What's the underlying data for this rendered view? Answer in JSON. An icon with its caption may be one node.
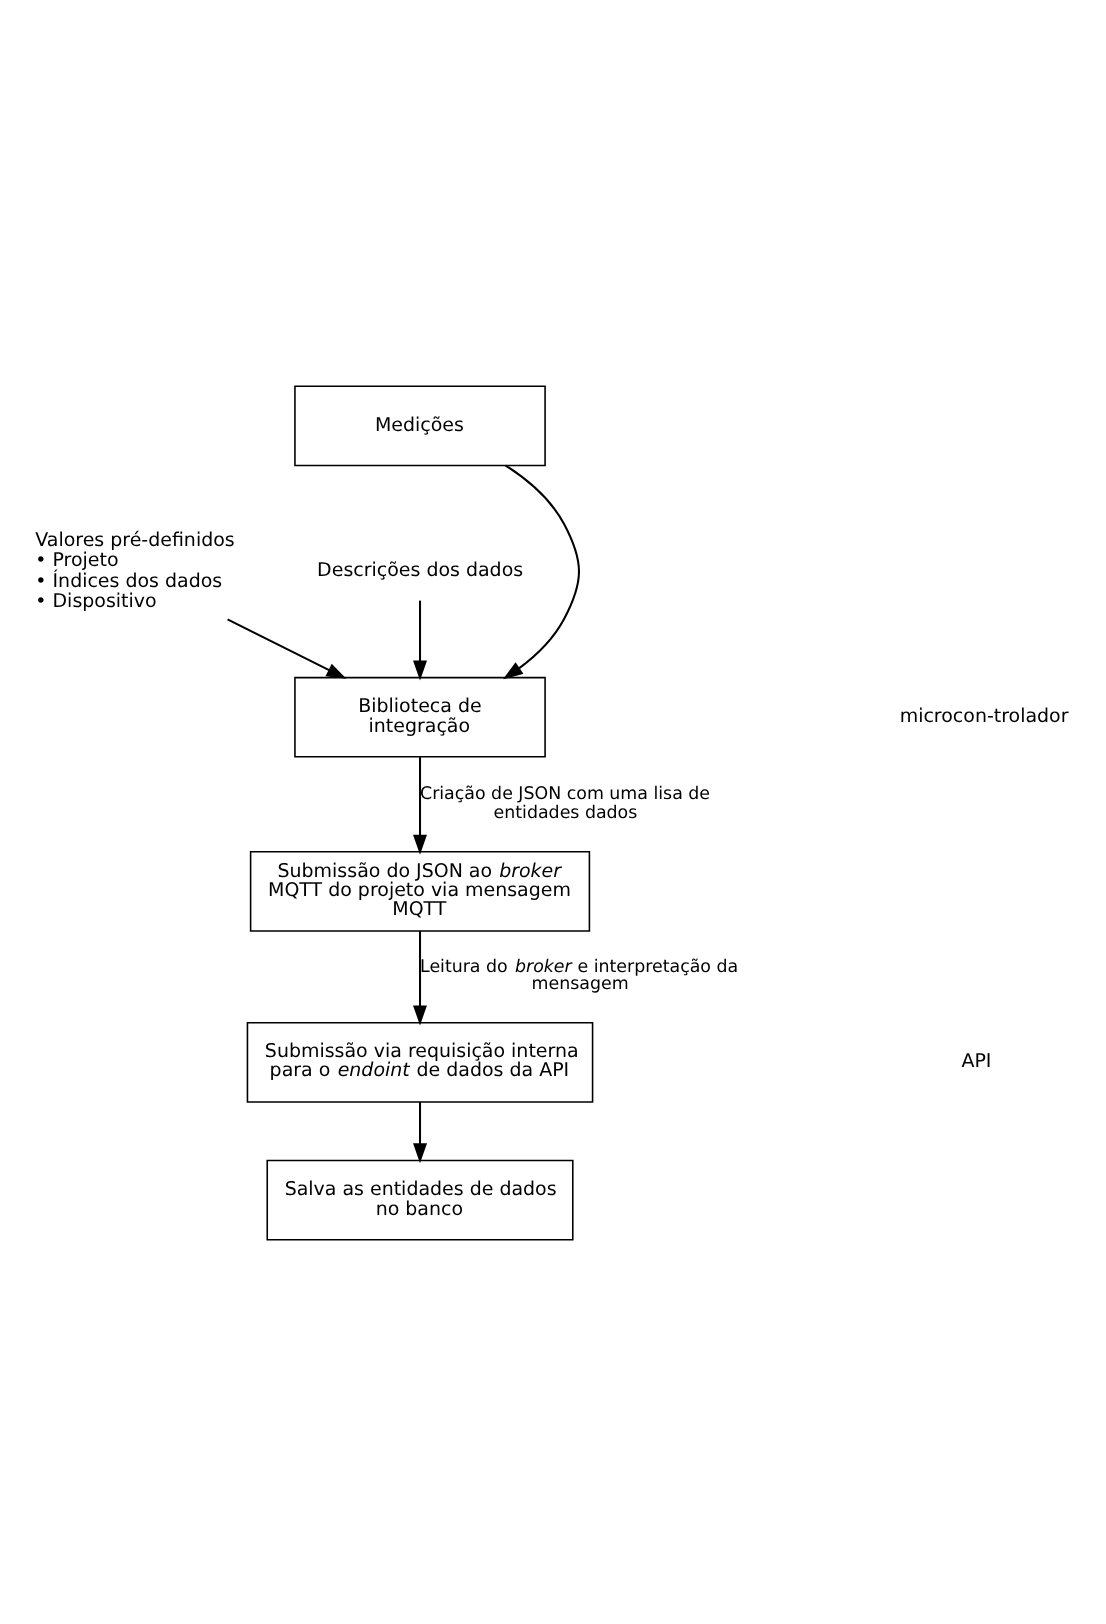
{
  "diagram": {
    "nodes": [
      {
        "text": [
          "Medições"
        ]
      },
      {
        "text": [
          "Valores pré-definidos",
          "• Projeto",
          "• Índices dos dados",
          "• Dispositivo"
        ]
      },
      {
        "text": [
          "Descrições dos dados"
        ]
      },
      {
        "text": [
          "Biblioteca de integração"
        ]
      },
      {
        "text": [
          "Submissão do JSON ao *broker* MQTT do projeto via mensagem MQTT"
        ]
      },
      {
        "text": [
          "Submissão via requisição interna para o *endoint* de dados da API"
        ]
      },
      {
        "text": [
          "Salva as entidades de dados no banco"
        ]
      }
    ],
    "edges": [
      {
        "from": 0,
        "to": 3,
        "arrow": "to"
      },
      {
        "from": 2,
        "to": 3,
        "arrow": "to"
      },
      {
        "from": 1,
        "to": 3,
        "arrow": "to"
      },
      {
        "from": 3,
        "to": 4,
        "arrow": "to",
        "label": "Criação de JSON com uma lisa de entidades dados"
      },
      {
        "from": 4,
        "to": 5,
        "arrow": "to",
        "label": "Leitura do *broker* e interpretação da mensagem"
      },
      {
        "from": 5,
        "to": 6,
        "arrow": "to"
      }
    ],
    "labels": [
      "microcon-trolador",
      "API"
    ]
  }
}
